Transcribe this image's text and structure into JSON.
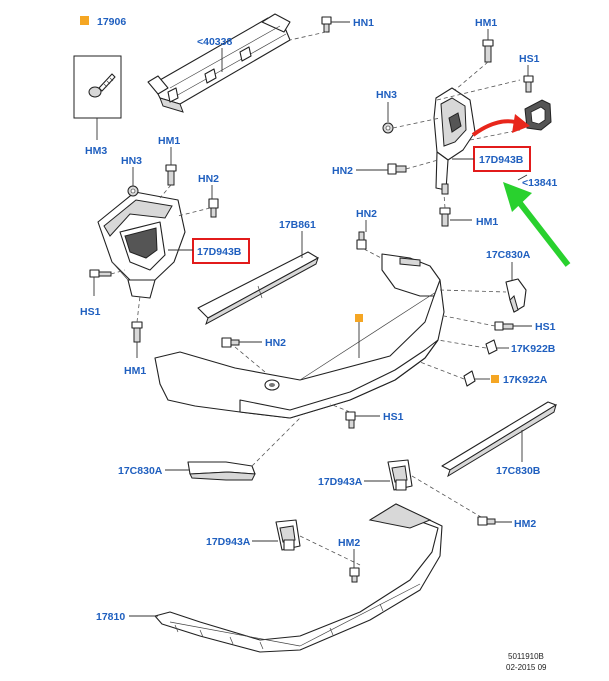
{
  "legend": {
    "marker_color": "#f5a623",
    "code": "17906"
  },
  "labels": {
    "hn1_top": "HN1",
    "p40338": "<40338",
    "hm1_top": "HM1",
    "hs1_top": "HS1",
    "hn3_right": "HN3",
    "hn2_right_upper": "HN2",
    "hm1_right": "HM1",
    "p13841": "<13841",
    "hm3": "HM3",
    "hm1_left": "HM1",
    "hn3_left": "HN3",
    "hn2_left": "HN2",
    "p17b861": "17B861",
    "hn2_center": "HN2",
    "p17c830a_right": "17C830A",
    "hs1_left": "HS1",
    "hm1_left_lower": "HM1",
    "hn2_mid": "HN2",
    "hs1_right": "HS1",
    "p17k922b": "17K922B",
    "p17k922a": "17K922A",
    "hs1_center": "HS1",
    "p17c830a_left": "17C830A",
    "p17c830b": "17C830B",
    "p17d943a_upper": "17D943A",
    "hm2_right": "HM2",
    "p17d943a_lower": "17D943A",
    "hm2_lower": "HM2",
    "p17810": "17810"
  },
  "highlights": {
    "left_bracket": "17D943B",
    "right_bracket": "17D943B",
    "box_color": "#e21b1b"
  },
  "arrows": {
    "red_color": "#e8261b",
    "green_color": "#29d12e"
  },
  "footer": {
    "drawing_number": "5011910B",
    "date": "02-2015 09"
  }
}
